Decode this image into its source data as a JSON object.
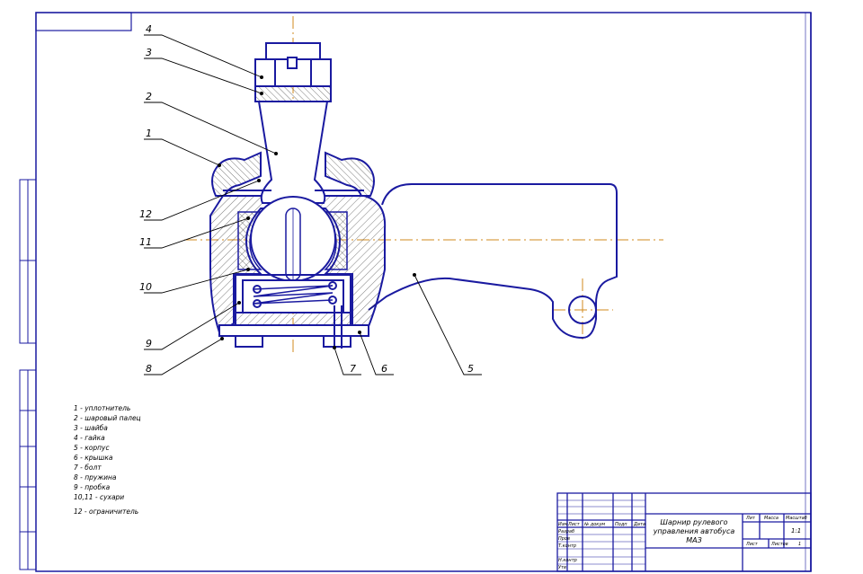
{
  "callouts": [
    "1",
    "2",
    "3",
    "4",
    "5",
    "6",
    "7",
    "8",
    "9",
    "10",
    "11",
    "12"
  ],
  "legend": [
    "1 - уплотнитель",
    "2 - шаровый палец",
    "3 - шайба",
    "4 - гайка",
    "5 - корпус",
    "6 - крышка",
    "7 - болт",
    "8 - пружина",
    "9 - пробка",
    "10,11 - сухари",
    "12 - ограничитель"
  ],
  "title_block": {
    "title_line1": "Шарнир рулевого",
    "title_line2": "управления автобуса",
    "title_line3": "МАЗ",
    "col_lit": "Лит",
    "col_mass": "Масса",
    "col_scale": "Масштаб",
    "scale_value": "1:1",
    "sheet_label": "Лист",
    "sheets_label": "Листов",
    "sheets_value": "1",
    "row_izm": "Изм",
    "row_list": "Лист",
    "row_doc": "№ докум",
    "row_sign": "Подп",
    "row_date": "Дата",
    "row_razrab": "Разраб",
    "row_prov": "Пров",
    "row_tkontr": "Т.контр",
    "row_nkontr": "Н.контр",
    "row_utv": "Утв"
  }
}
